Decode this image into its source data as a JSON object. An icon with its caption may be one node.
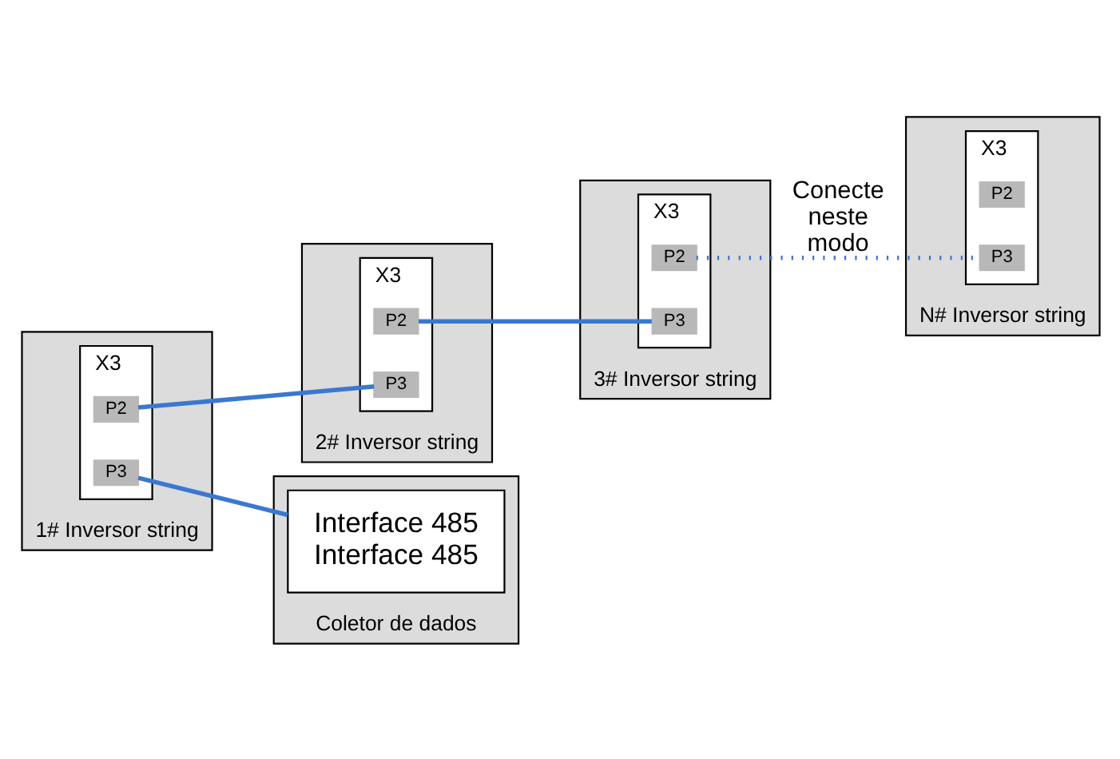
{
  "diagram": {
    "nodes": [
      {
        "text": [
          "1# Inversor string"
        ]
      },
      {
        "text": [
          "X3"
        ],
        "in": 0
      },
      {
        "text": [
          "P2"
        ],
        "in": 1
      },
      {
        "text": [
          "P3"
        ],
        "in": 1
      },
      {
        "text": [
          "2# Inversor string"
        ]
      },
      {
        "text": [
          "X3"
        ],
        "in": 4
      },
      {
        "text": [
          "P2"
        ],
        "in": 5
      },
      {
        "text": [
          "P3"
        ],
        "in": 5
      },
      {
        "text": [
          "3# Inversor string"
        ]
      },
      {
        "text": [
          "X3"
        ],
        "in": 8
      },
      {
        "text": [
          "P2"
        ],
        "in": 9
      },
      {
        "text": [
          "P3"
        ],
        "in": 9
      },
      {
        "text": [
          "Coletor de dados"
        ]
      },
      {
        "text": [
          "Interface 485",
          "Interface 485"
        ],
        "in": 12
      },
      {
        "text": [
          "N# Inversor string"
        ]
      },
      {
        "text": [
          "X3"
        ],
        "in": 14
      },
      {
        "text": [
          "P2"
        ],
        "in": 15
      },
      {
        "text": [
          "P3"
        ],
        "in": 15
      }
    ],
    "edges": [
      {
        "from": 2,
        "to": 7,
        "arrow": "none"
      },
      {
        "from": 6,
        "to": 11,
        "arrow": "none"
      },
      {
        "from": 10,
        "to": 17,
        "arrow": "none",
        "style": "dashed",
        "label": "Conecte neste modo"
      },
      {
        "from": 3,
        "to": 13,
        "arrow": "none"
      }
    ]
  }
}
